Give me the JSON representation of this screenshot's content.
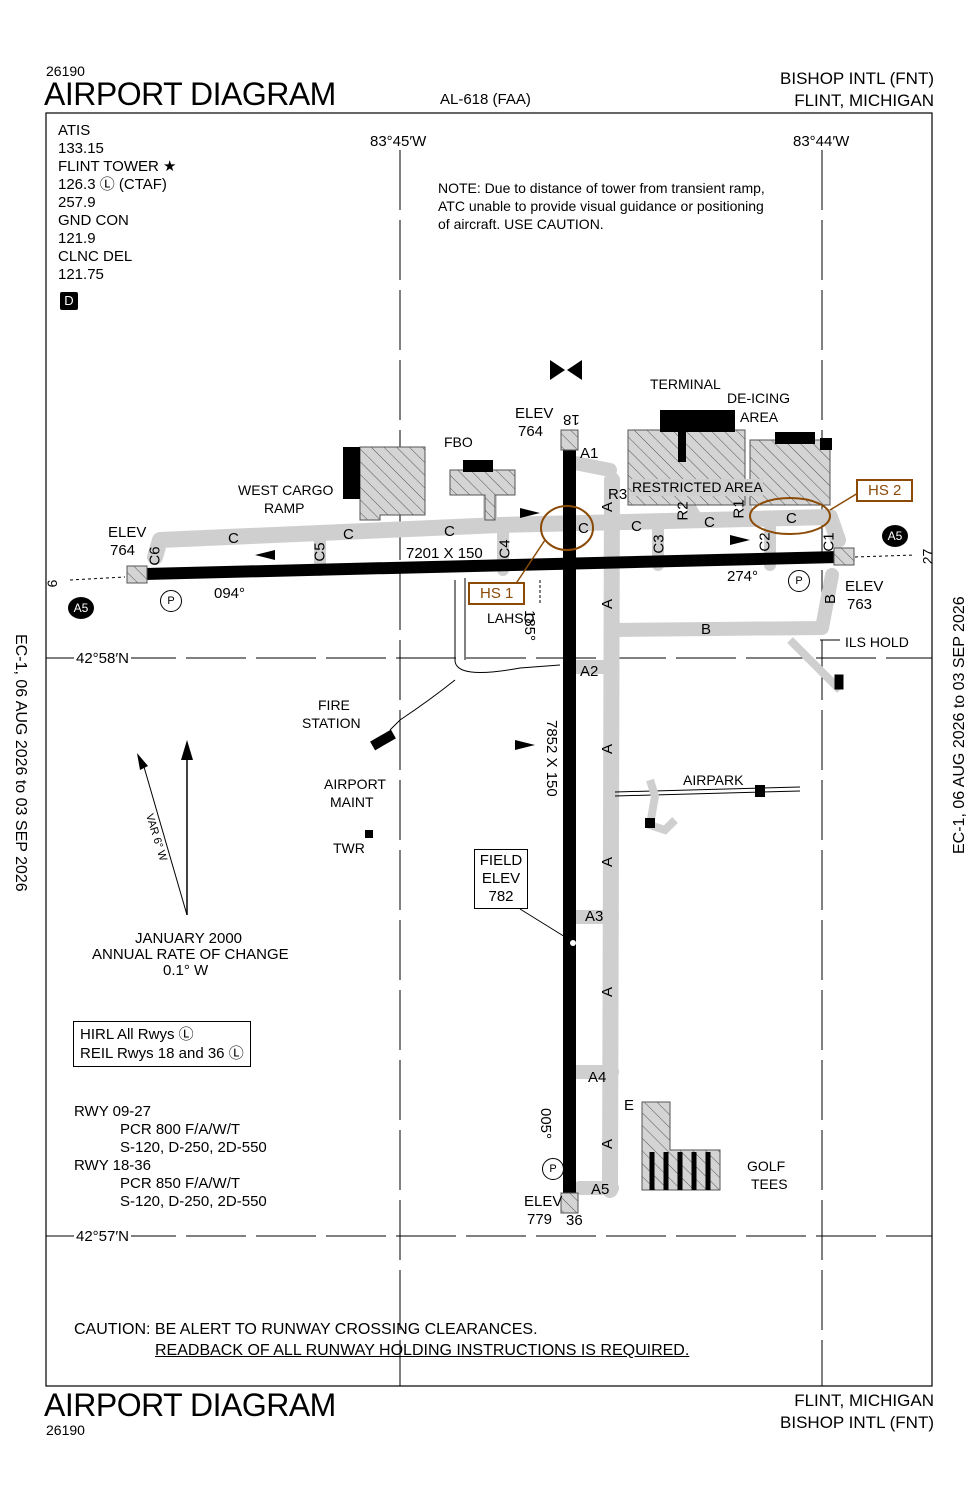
{
  "header": {
    "chart_id": "26190",
    "title": "AIRPORT DIAGRAM",
    "procedure_ref": "AL-618 (FAA)",
    "airport_name": "BISHOP INTL (FNT)",
    "city_state": "FLINT, MICHIGAN"
  },
  "footer": {
    "title": "AIRPORT DIAGRAM",
    "chart_id": "26190",
    "city_state": "FLINT, MICHIGAN",
    "airport_name": "BISHOP INTL (FNT)"
  },
  "side_labels": {
    "left": "EC-1,  06 AUG 2026  to  03 SEP 2026",
    "right": "EC-1,  06 AUG 2026  to  03 SEP 2026"
  },
  "frequencies": [
    "ATIS",
    "133.15",
    "FLINT TOWER ★",
    "126.3 Ⓛ (CTAF)",
    "257.9",
    "GND CON",
    "121.9",
    "CLNC DEL",
    "121.75"
  ],
  "airspace_class": "D",
  "coordinates": {
    "lon_west": "83°45′W",
    "lon_east": "83°44′W",
    "lat_north": "42°58′N",
    "lat_south": "42°57′N"
  },
  "note": [
    "NOTE:  Due to distance of tower from transient ramp,",
    "ATC unable to provide visual guidance or positioning",
    "of aircraft.  USE CAUTION."
  ],
  "runways": {
    "rwy_09_27": {
      "dimensions": "7201 X 150",
      "end_09": "9",
      "end_27": "27",
      "heading_094": "094°",
      "heading_274": "274°",
      "elev_west_label": "ELEV",
      "elev_west": "764",
      "elev_east_label": "ELEV",
      "elev_east": "763"
    },
    "rwy_18_36": {
      "dimensions": "7852 X 150",
      "end_18": "18",
      "end_36": "36",
      "heading_185": "185°",
      "heading_005": "005°",
      "elev_north_label": "ELEV",
      "elev_north": "764",
      "elev_south_label": "ELEV",
      "elev_south": "779"
    }
  },
  "taxiways": [
    "A",
    "A1",
    "A2",
    "A3",
    "A4",
    "A5",
    "B",
    "C",
    "C1",
    "C2",
    "C3",
    "C4",
    "C5",
    "C6",
    "R1",
    "R2",
    "R3",
    "E"
  ],
  "labels": {
    "terminal": "TERMINAL",
    "deicing": [
      "DE-ICING",
      "AREA"
    ],
    "restricted": "RESTRICTED AREA",
    "fbo": "FBO",
    "west_cargo": [
      "WEST CARGO",
      "RAMP"
    ],
    "fire_station": [
      "FIRE",
      "STATION"
    ],
    "airport_maint": [
      "AIRPORT",
      "MAINT"
    ],
    "twr": "TWR",
    "airpark": "AIRPARK",
    "golf": [
      "GOLF",
      "TEES"
    ],
    "lahso": "LAHSO",
    "ils_hold": "ILS HOLD",
    "field_elev": [
      "FIELD",
      "ELEV",
      "782"
    ],
    "hot_spots": [
      "HS 1",
      "HS 2"
    ],
    "parking": "P",
    "arrest_a5": "A5"
  },
  "magnetic": {
    "variation": "VAR 6° W",
    "date": "JANUARY 2000",
    "rate_label": "ANNUAL RATE OF CHANGE",
    "rate": "0.1° W"
  },
  "lighting": [
    "HIRL All Rwys Ⓛ",
    "REIL Rwys 18 and 36 Ⓛ"
  ],
  "pavement": [
    {
      "rwy": "RWY 09-27",
      "lines": [
        "PCR 800 F/A/W/T",
        "S-120, D-250, 2D-550"
      ]
    },
    {
      "rwy": "RWY 18-36",
      "lines": [
        "PCR 850 F/A/W/T",
        "S-120, D-250, 2D-550"
      ]
    }
  ],
  "caution": {
    "line1": "CAUTION: BE ALERT TO RUNWAY CROSSING CLEARANCES.",
    "line2": "READBACK OF ALL RUNWAY HOLDING INSTRUCTIONS IS REQUIRED."
  },
  "colors": {
    "hotspot": "#8b4a06",
    "taxiway": "#cfcfcf",
    "runway": "#000000"
  }
}
